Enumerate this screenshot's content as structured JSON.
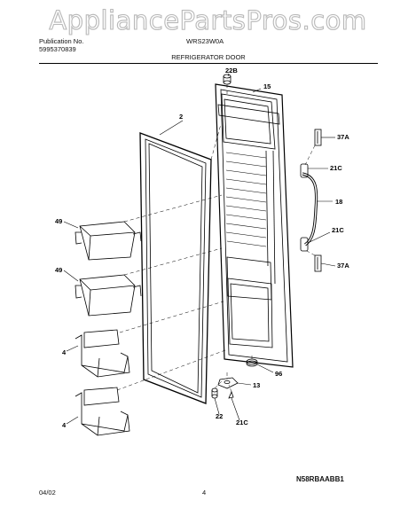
{
  "watermark": "AppliancePartsPros.com",
  "header": {
    "publication_label": "Publication No.",
    "publication_number": "5995370839",
    "model": "WRS23W0A",
    "title": "REFRIGERATOR DOOR"
  },
  "parts": {
    "door_shell": "15",
    "gasket": "2",
    "top_hinge_bushing": "22B",
    "handle_cap_top": "37A",
    "handle_cap_bottom": "37A",
    "handle_screw_top": "21C",
    "handle_screw_bottom": "21C",
    "handle": "18",
    "bin_upper_1": "49",
    "bin_upper_2": "49",
    "bin_lower_1": "4",
    "bin_lower_2": "4",
    "door_stop": "96",
    "bottom_hinge": "13",
    "bottom_bushing": "22",
    "bottom_screw": "21C"
  },
  "footer": {
    "date": "04/02",
    "page": "4",
    "model_code": "N58RBAABB1"
  }
}
